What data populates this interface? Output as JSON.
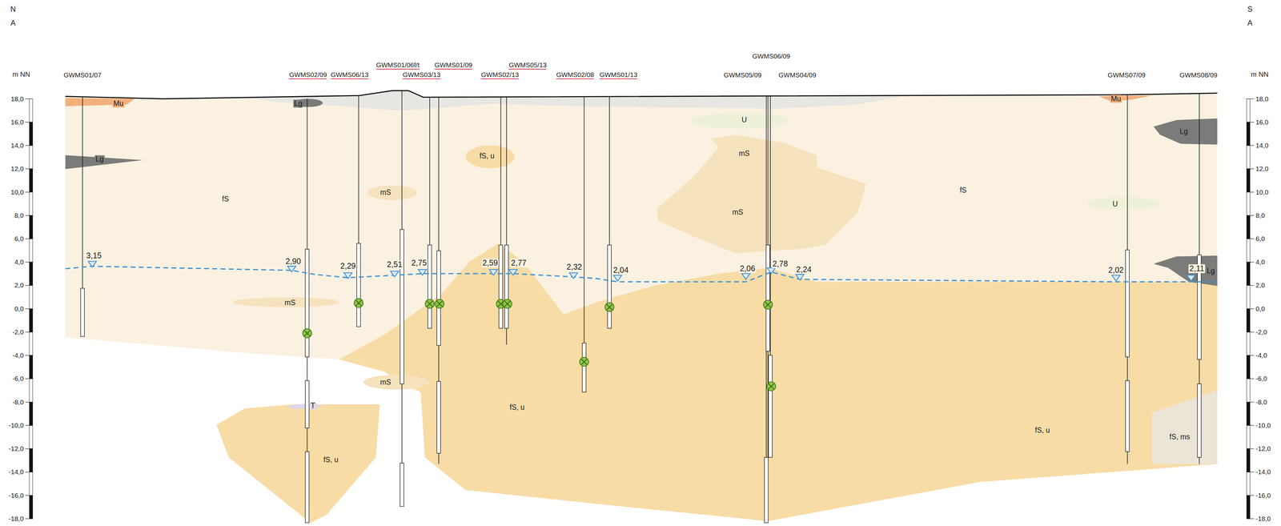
{
  "diagram": {
    "labels": [
      "N",
      "A",
      "m NN",
      "S",
      "A",
      "m NN",
      "18,0",
      "16,0",
      "14,0",
      "12,0",
      "10,0",
      "8,0",
      "6,0",
      "4,0",
      "2,0",
      "0,0",
      "-2,0",
      "-4,0",
      "-6,0",
      "-8,0",
      "-10,0",
      "-12,0",
      "-14,0",
      "-16,0",
      "-18,0",
      "18,0",
      "16,0",
      "14,0",
      "12,0",
      "10,0",
      "8,0",
      "6,0",
      "4,0",
      "2,0",
      "0,0",
      "-2,0",
      "-4,0",
      "-6,0",
      "-8,0",
      "-10,0",
      "-12,0",
      "-14,0",
      "-16,0",
      "-18,0",
      "GWMS01/07",
      "GWMS02/09",
      "GWMS06/13",
      "GWMS01/06f/t",
      "GWMS03/13",
      "GWMS01/09",
      "GWMS02/13",
      "GWMS05/13",
      "GWMS02/08",
      "GWMS01/13",
      "GWMS05/09",
      "GWMS06/09",
      "GWMS04/09",
      "GWMS07/09",
      "GWMS08/09",
      "3,15",
      "2,90",
      "2,29",
      "2,51",
      "2,75",
      "2,59",
      "2,77",
      "2,32",
      "2,04",
      "2,06",
      "2,78",
      "2,24",
      "2,02",
      "2,11",
      "Mu",
      "Lg",
      "fS",
      "Lg",
      "mS",
      "fS, u",
      "U",
      "mS",
      "mS",
      "fS",
      "U",
      "Mu",
      "Lg",
      "Lg",
      "mS",
      "T",
      "mS",
      "fS, u",
      "fS, u",
      "fS, u",
      "fS, ms"
    ]
  }
}
